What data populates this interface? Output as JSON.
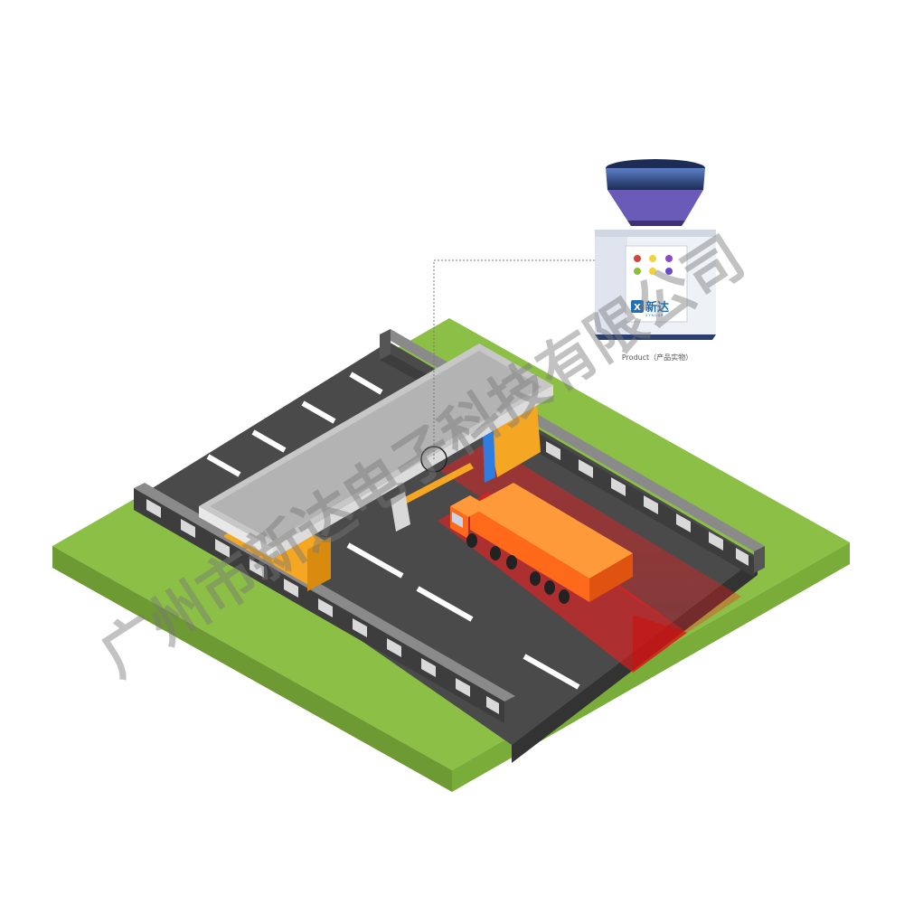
{
  "product": {
    "logo_cn": "新达",
    "logo_sub": "XYNDAR",
    "caption": "Product（产品实物）"
  },
  "watermark": {
    "text": "广州市新达电子科技有限公司"
  },
  "colors": {
    "grass": "#8cbf45",
    "grass_side": "#6e9a33",
    "road": "#4a4a4a",
    "road_side": "#333333",
    "canopy": "#b8b8b8",
    "booth": "#f5a623",
    "truck": "#ff6a1a",
    "laser": "#ff1a1a",
    "device_top": "#2a3f6e",
    "device_body": "#eef1f6"
  },
  "device_lights": [
    "#d0453c",
    "#f0d23a",
    "#8a4bc4",
    "#8fbf3a",
    "#f0d23a",
    "#6a4bc4"
  ]
}
